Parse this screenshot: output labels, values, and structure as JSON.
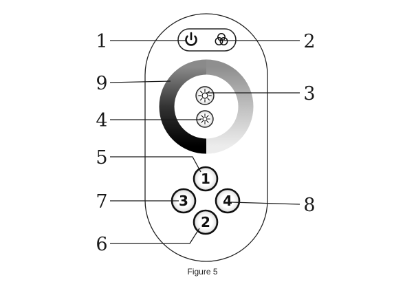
{
  "figure": {
    "caption": "Figure 5",
    "callouts": {
      "c1": "1",
      "c2": "2",
      "c3": "3",
      "c4": "4",
      "c5": "5",
      "c6": "6",
      "c7": "7",
      "c8": "8",
      "c9": "9"
    },
    "zone_buttons": {
      "b1": "1",
      "b2": "2",
      "b3": "3",
      "b4": "4"
    },
    "icons": {
      "power": "power-icon",
      "color": "rgb-circles-icon",
      "brightness_high": "sun-large-icon",
      "brightness_low": "sun-small-icon",
      "touch_ring": "color-temperature-touch-ring"
    }
  }
}
